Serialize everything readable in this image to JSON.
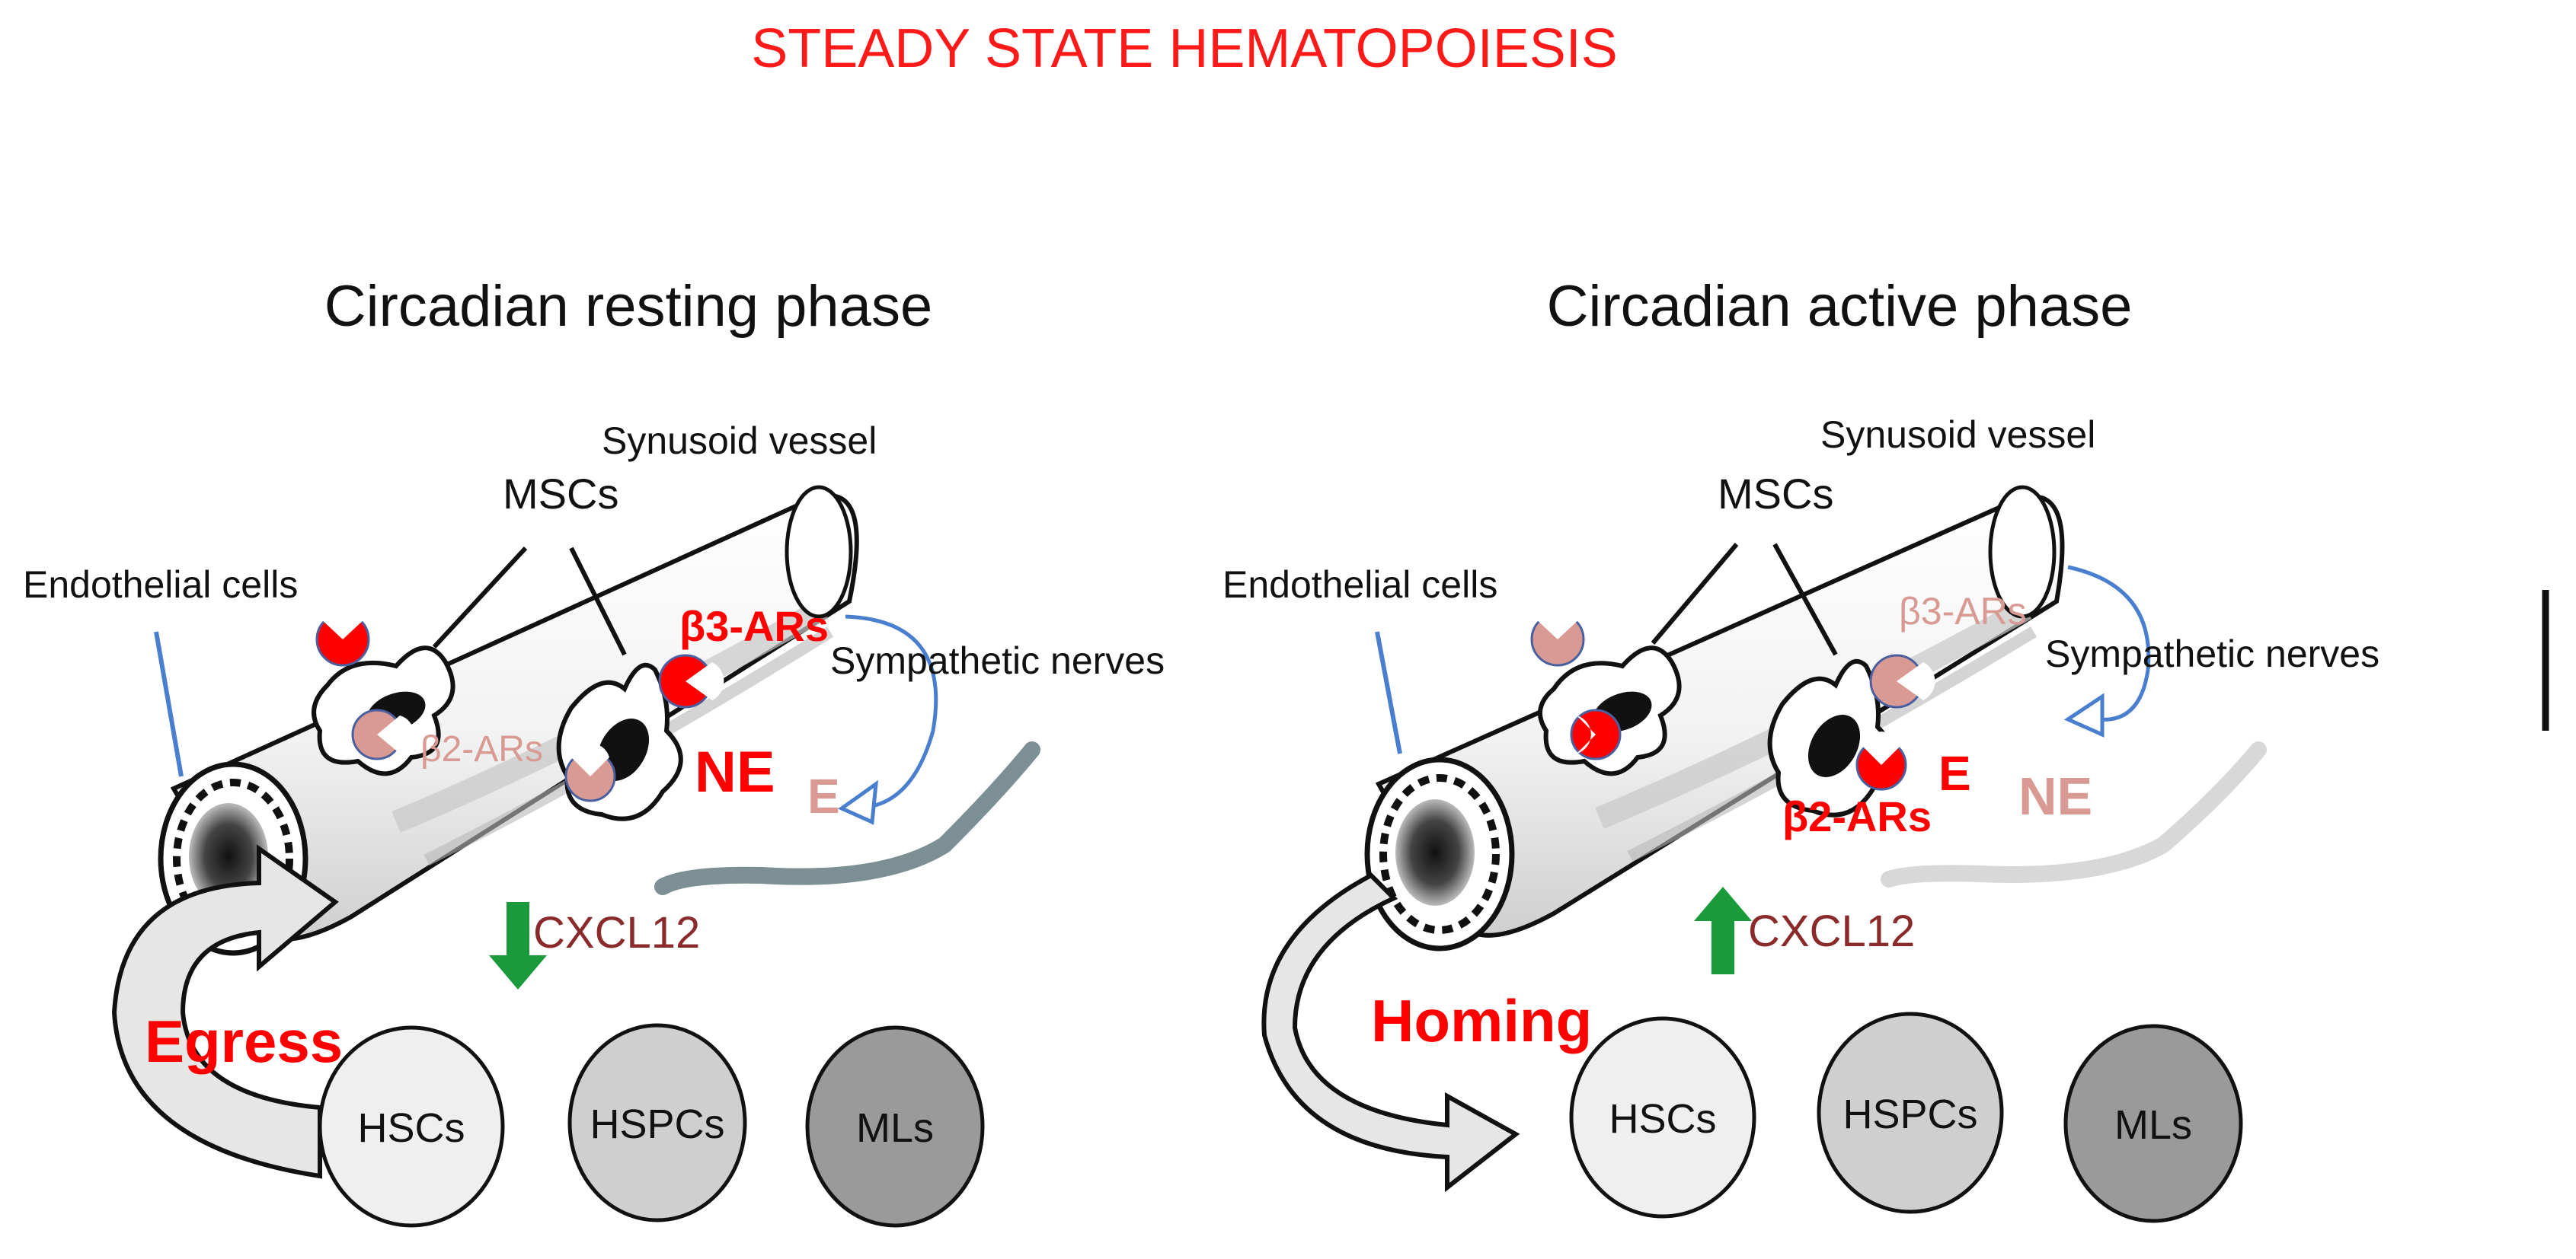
{
  "title": "STEADY STATE  HEMATOPOIESIS",
  "colors": {
    "title": "#ff1a1a",
    "strong_red": "#ff0000",
    "faded_red": "#d99a94",
    "cxcl12": "#8b2a2a",
    "green_arrow": "#1a9a3a",
    "endothelial_line": "#4a7fd0",
    "nerve_active_gray": "#7b8f95",
    "nerve_faded_gray": "#d8d8d8",
    "hsc_fill": "#efefef",
    "hspc_fill": "#cfcfcf",
    "ml_fill": "#9a9a9a"
  },
  "panels": {
    "left": {
      "heading": "Circadian resting phase",
      "vessel_label": "Synusoid vessel",
      "msc_label": "MSCs",
      "endothelial_label": "Endothelial cells",
      "beta3_label": "β3-ARs",
      "beta2_label": "β2-ARs",
      "nerves_label": "Sympathetic nerves",
      "ne_label": "NE",
      "e_label": "E",
      "cxcl12_label": "CXCL12",
      "cxcl12_direction": "down",
      "migration_label": "Egress",
      "cells": [
        "HSCs",
        "HSPCs",
        "MLs"
      ]
    },
    "right": {
      "heading": "Circadian active phase",
      "vessel_label": "Synusoid vessel",
      "msc_label": "MSCs",
      "endothelial_label": "Endothelial cells",
      "beta3_label": "β3-ARs",
      "beta2_label": "β2-ARs",
      "nerves_label": "Sympathetic nerves",
      "ne_label": "NE",
      "e_label": "E",
      "cxcl12_label": "CXCL12",
      "cxcl12_direction": "up",
      "migration_label": "Homing",
      "cells": [
        "HSCs",
        "HSPCs",
        "MLs"
      ]
    }
  }
}
